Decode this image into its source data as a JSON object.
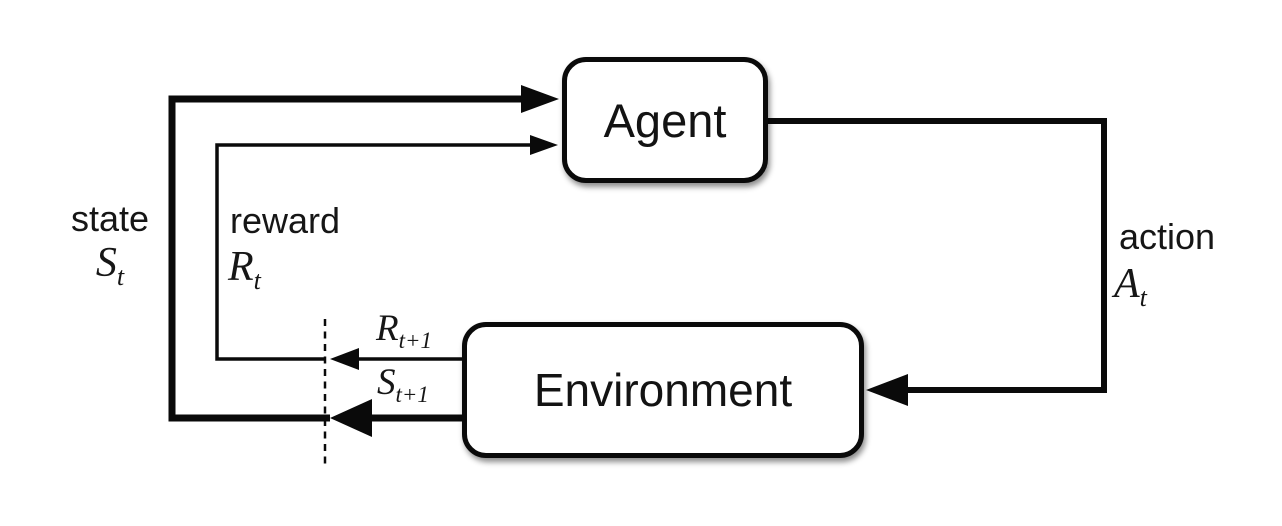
{
  "nodes": {
    "agent": {
      "label": "Agent"
    },
    "environment": {
      "label": "Environment"
    }
  },
  "labels": {
    "state": {
      "word": "state",
      "base": "S",
      "sub": "t"
    },
    "reward": {
      "word": "reward",
      "base": "R",
      "sub": "t"
    },
    "action": {
      "word": "action",
      "base": "A",
      "sub": "t"
    },
    "next_reward": {
      "base": "R",
      "sub": "t+1"
    },
    "next_state": {
      "base": "S",
      "sub": "t+1"
    }
  },
  "edges": [
    {
      "from": "agent",
      "to": "environment",
      "signal": "action"
    },
    {
      "from": "environment",
      "to": "agent",
      "signal": "state"
    },
    {
      "from": "environment",
      "to": "agent",
      "signal": "reward"
    }
  ],
  "colors": {
    "line": "#0a0a0a",
    "box_fill": "#ffffff",
    "background": "#ffffff"
  }
}
